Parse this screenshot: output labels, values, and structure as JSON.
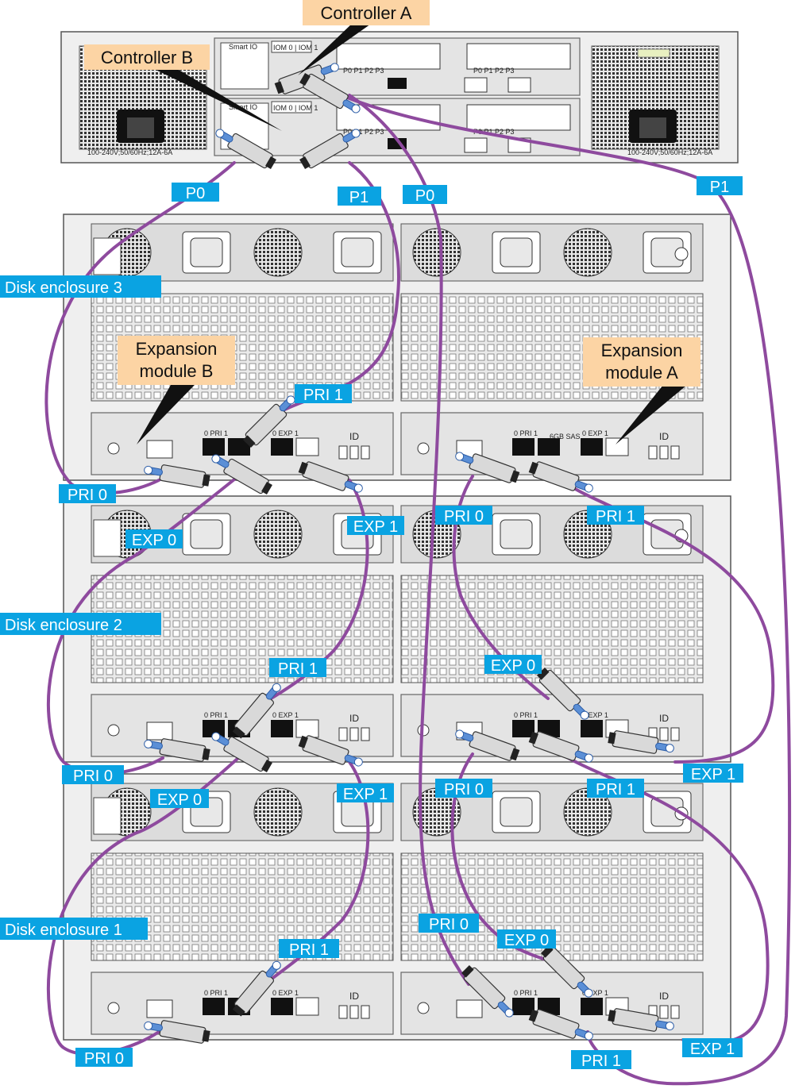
{
  "callouts": {
    "controller_a": "Controller A",
    "controller_b": "Controller B",
    "expansion_b_line1": "Expansion",
    "expansion_b_line2": "module B",
    "expansion_a_line1": "Expansion",
    "expansion_a_line2": "module A"
  },
  "enclosures": {
    "e3": "Disk enclosure  3",
    "e2": "Disk enclosure  2",
    "e1": "Disk enclosure 1"
  },
  "controller_ports": {
    "b_p0": "P0",
    "b_p1": "P1",
    "a_p0": "P0",
    "a_p1": "P1"
  },
  "port_labels": {
    "e3_b_pri1": "PRI 1",
    "e3_b_pri0": "PRI 0",
    "e3_b_exp1": "EXP 1",
    "e2_b_exp0": "EXP 0",
    "e2_a_pri0": "PRI 0",
    "e2_a_pri1": "PRI 1",
    "e2_b_pri1": "PRI 1",
    "e2_a_exp0": "EXP 0",
    "e2_b_pri0": "PRI 0",
    "e2_a_exp1": "EXP 1",
    "e1_b_exp0": "EXP 0",
    "e2_b_exp1": "EXP 1",
    "e1_a_pri0": "PRI 0",
    "e1_a_pri1": "PRI 1",
    "e1_a_pri0_low": "PRI 0",
    "e1_a_exp0": "EXP 0",
    "e1_b_pri1": "PRI 1",
    "e1_b_pri0": "PRI 0",
    "e1_a_exp1": "EXP 1",
    "e1_a_pri1_low": "PRI 1"
  },
  "panel_text": {
    "id": "ID",
    "pri": "0 PRI 1",
    "exp": "0 EXP 1",
    "sas": "6GB SAS",
    "iom": "IOM 0 | IOM 1",
    "smart_io": "Smart IO",
    "power": "100-240V;50/60Hz;12A-6A",
    "ctrl_ports": "P0   P1   P2   P3"
  }
}
